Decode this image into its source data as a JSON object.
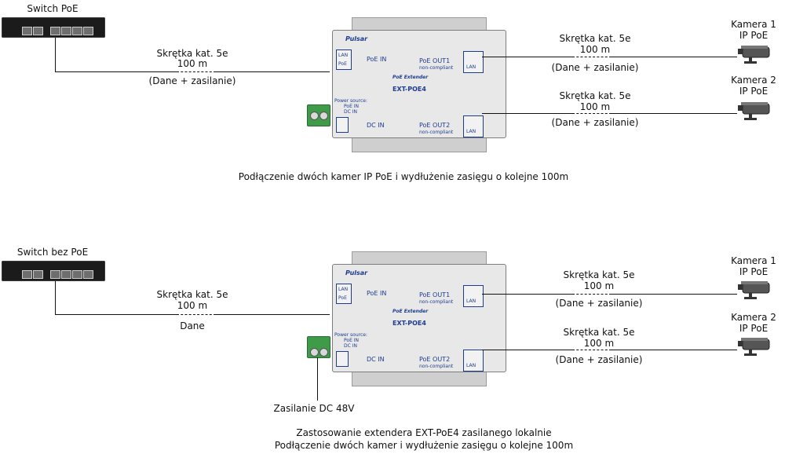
{
  "scenario1": {
    "switch_label": "Switch PoE",
    "link_in": {
      "cable": "Skrętka kat. 5e",
      "length": "100 m",
      "note": "(Dane + zasilanie)"
    },
    "out1": {
      "cable": "Skrętka kat. 5e",
      "length": "100 m",
      "note": "(Dane + zasilanie)"
    },
    "out2": {
      "cable": "Skrętka kat. 5e",
      "length": "100 m",
      "note": "(Dane + zasilanie)"
    },
    "camera1": {
      "name": "Kamera 1",
      "type": "IP PoE"
    },
    "camera2": {
      "name": "Kamera 2",
      "type": "IP PoE"
    },
    "caption": "Podłączenie dwóch kamer IP PoE i wydłużenie zasięgu o kolejne 100m"
  },
  "scenario2": {
    "switch_label": "Switch bez PoE",
    "link_in": {
      "cable": "Skrętka kat. 5e",
      "length": "100 m",
      "note": "Dane"
    },
    "out1": {
      "cable": "Skrętka kat. 5e",
      "length": "100 m",
      "note": "(Dane + zasilanie)"
    },
    "out2": {
      "cable": "Skrętka kat. 5e",
      "length": "100 m",
      "note": "(Dane + zasilanie)"
    },
    "camera1": {
      "name": "Kamera 1",
      "type": "IP PoE"
    },
    "camera2": {
      "name": "Kamera 2",
      "type": "IP PoE"
    },
    "power_label": "Zasilanie DC 48V",
    "caption_line1": "Zastosowanie extendera EXT-PoE4 zasilanego lokalnie",
    "caption_line2": "Podłączenie dwóch kamer i wydłużenie zasięgu o kolejne 100m"
  },
  "device": {
    "brand": "Pulsar",
    "product": "PoE Extender",
    "model": "EXT-POE4",
    "poe_in": "PoE IN",
    "dc_in": "DC IN",
    "poe_out1": "PoE OUT1",
    "poe_out2": "PoE OUT2",
    "non_compliant": "non-compliant",
    "lan": "LAN",
    "poe": "PoE",
    "power_source": "Power source:",
    "ps_poe_in": "PoE IN",
    "ps_dc_in": "DC IN"
  },
  "colors": {
    "device_text": "#1e3c8c",
    "terminal": "#3f9a4a",
    "switch_body": "#1b1b1b"
  }
}
